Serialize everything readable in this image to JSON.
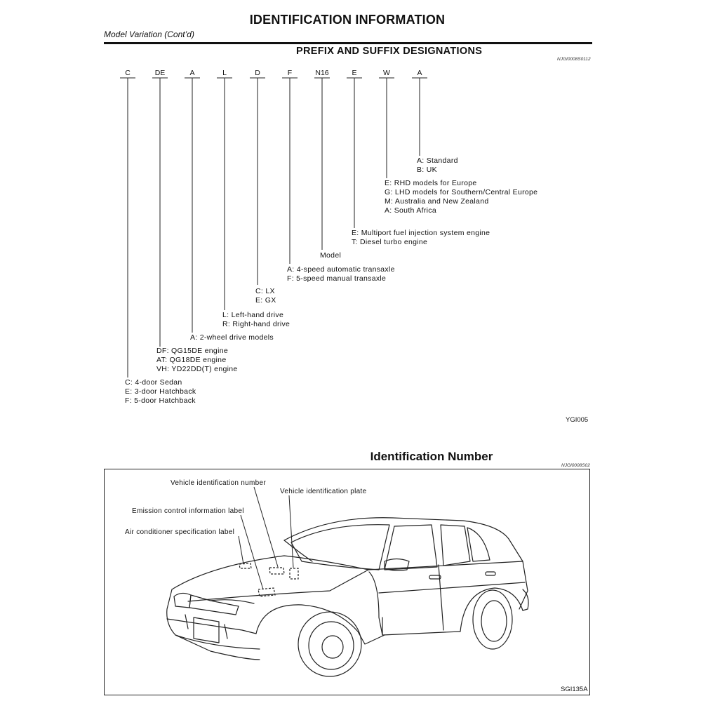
{
  "header": {
    "title": "IDENTIFICATION INFORMATION",
    "subtitle": "Model Variation (Cont’d)"
  },
  "prefix_suffix": {
    "heading": "PREFIX AND SUFFIX DESIGNATIONS",
    "ref_code": "NJGI0008S0112",
    "figure_code": "YGI005",
    "codes": [
      "C",
      "DE",
      "A",
      "L",
      "D",
      "F",
      "N16",
      "E",
      "W",
      "A"
    ],
    "descriptions": [
      [
        "C: 4-door Sedan",
        "E: 3-door Hatchback",
        "F: 5-door Hatchback"
      ],
      [
        "DF: QG15DE engine",
        "AT: QG18DE engine",
        "VH: YD22DD(T) engine"
      ],
      [
        "A: 2-wheel drive models"
      ],
      [
        "L: Left-hand drive",
        "R: Right-hand drive"
      ],
      [
        "C: LX",
        "E: GX"
      ],
      [
        "A: 4-speed automatic transaxle",
        "F: 5-speed manual transaxle"
      ],
      [
        "Model"
      ],
      [
        "E: Multiport fuel injection system engine",
        "T: Diesel turbo engine"
      ],
      [
        "E: RHD models for Europe",
        "G: LHD models for Southern/Central Europe",
        "M: Australia and New Zealand",
        "A: South Africa"
      ],
      [
        "A: Standard",
        "B: UK"
      ]
    ]
  },
  "identification_number": {
    "heading": "Identification Number",
    "ref_code": "NJGI0008S02",
    "figure_code": "SGI135A",
    "callouts": {
      "vin": "Vehicle identification number",
      "vin_plate": "Vehicle identification plate",
      "emission_label": "Emission control information label",
      "ac_label": "Air conditioner specification label"
    }
  }
}
